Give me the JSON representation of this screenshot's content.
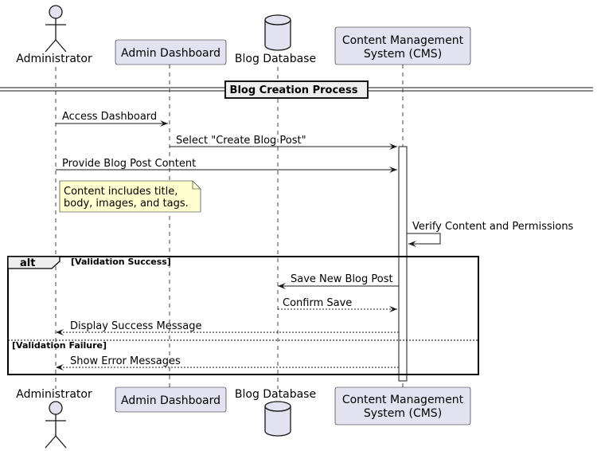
{
  "participants": {
    "administrator": {
      "label": "Administrator"
    },
    "admin_dashboard": {
      "label": "Admin Dashboard"
    },
    "blog_database": {
      "label": "Blog Database"
    },
    "cms": {
      "label_line1": "Content Management",
      "label_line2": "System (CMS)"
    }
  },
  "section": {
    "title": "Blog Creation Process"
  },
  "messages": [
    {
      "label": "Access Dashboard",
      "from": "Administrator",
      "to": "Admin Dashboard",
      "style": "solid"
    },
    {
      "label": "Select \"Create Blog Post\"",
      "from": "Admin Dashboard",
      "to": "Content Management System (CMS)",
      "style": "solid"
    },
    {
      "label": "Provide Blog Post Content",
      "from": "Administrator",
      "to": "Content Management System (CMS)",
      "style": "solid"
    },
    {
      "label": "Verify Content and Permissions",
      "from": "Content Management System (CMS)",
      "to": "Content Management System (CMS)",
      "style": "solid"
    },
    {
      "label": "Save New Blog Post",
      "from": "Content Management System (CMS)",
      "to": "Blog Database",
      "style": "solid"
    },
    {
      "label": "Confirm Save",
      "from": "Blog Database",
      "to": "Content Management System (CMS)",
      "style": "dashed"
    },
    {
      "label": "Display Success Message",
      "from": "Content Management System (CMS)",
      "to": "Administrator",
      "style": "dashed"
    },
    {
      "label": "Show Error Messages",
      "from": "Content Management System (CMS)",
      "to": "Administrator",
      "style": "dashed"
    }
  ],
  "note": {
    "line1": "Content includes title,",
    "line2": "body, images, and tags."
  },
  "alt_fragment": {
    "keyword": "alt",
    "guard_success": "[Validation Success]",
    "guard_failure": "[Validation Failure]"
  },
  "colors": {
    "participant_fill": "#e2e2f0",
    "participant_stroke": "#181818",
    "note_fill": "#fefece",
    "section_fill": "#eeeeee",
    "lifeline": "#181818",
    "background": "#ffffff"
  }
}
